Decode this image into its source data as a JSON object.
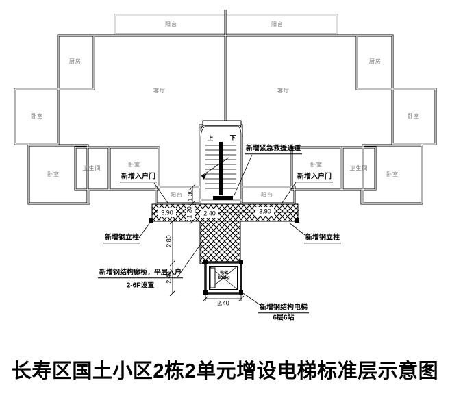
{
  "title": "长寿区国土小区2栋2单元增设电梯标准层示意图",
  "rooms": {
    "balcony": "阳台",
    "kitchen": "厨房",
    "living_room": "客厅",
    "bedroom": "卧室",
    "bathroom": "卫生间"
  },
  "stair": {
    "up": "上",
    "down": "下"
  },
  "elevator_shaft": {
    "name": "电梯",
    "capacity": "800kg"
  },
  "dimensions": {
    "bay_side": "3.90",
    "bay_center": "2.40",
    "balcony_depth": "1.30",
    "walkway_depth": "1.20",
    "corridor_length": "2.80",
    "shaft_depth": "2.40",
    "shaft_width": "2.40"
  },
  "annotations": {
    "new_entry_door": "新增入户门",
    "new_rescue_passage": "新增紧急救援通道",
    "new_steel_column": "新增钢立柱",
    "new_bridge": "新增钢结构廊桥，平层入户",
    "bridge_floors": "2-6F设置",
    "new_elevator": "新增钢结构电梯",
    "elevator_stops": "6层6站"
  },
  "colors": {
    "line": "#000000",
    "balcony_line": "#8a8a8a",
    "room_label": "#777777",
    "background": "#ffffff"
  }
}
